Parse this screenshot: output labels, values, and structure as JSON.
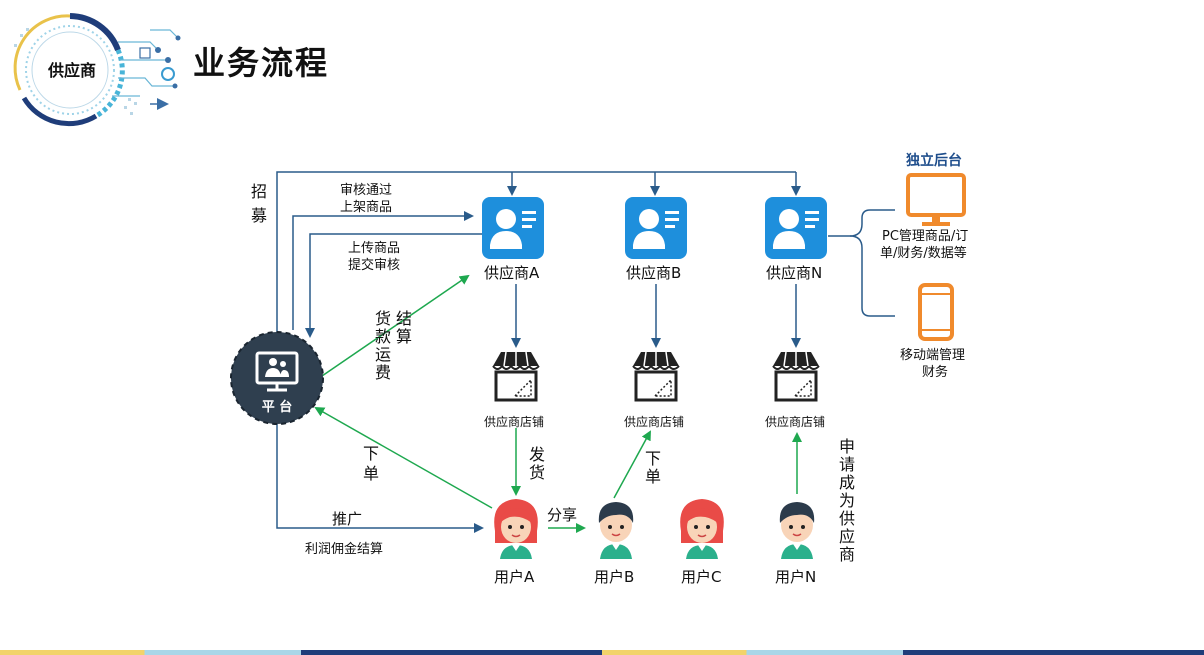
{
  "header": {
    "badge": "供应商",
    "title": "业务流程"
  },
  "platform": {
    "label": "平 台"
  },
  "suppliers": [
    {
      "label": "供应商A",
      "store": "供应商店铺"
    },
    {
      "label": "供应商B",
      "store": "供应商店铺"
    },
    {
      "label": "供应商N",
      "store": "供应商店铺"
    }
  ],
  "users": [
    {
      "label": "用户A"
    },
    {
      "label": "用户B"
    },
    {
      "label": "用户C"
    },
    {
      "label": "用户N"
    }
  ],
  "edge_labels": {
    "recruit": "招募",
    "review_line1": "审核通过",
    "review_line2": "上架商品",
    "upload_line1": "上传商品",
    "upload_line2": "提交审核",
    "settle_col1": "货款运费",
    "settle_col2": "结算",
    "order_left": "下单",
    "ship": "发货",
    "order_b": "下单",
    "share": "分享",
    "promote": "推广",
    "commission": "利润佣金结算",
    "apply": "申请成为供应商"
  },
  "backend": {
    "title": "独立后台",
    "pc_line1": "PC管理商品/订",
    "pc_line2": "单/财务/数据等",
    "mobile_line1": "移动端管理",
    "mobile_line2": "财务"
  },
  "colors": {
    "supplier_blue": "#1e8fdc",
    "platform_dark": "#2f3f4f",
    "arrow_dark": "#2a5b8a",
    "arrow_green": "#1ea84f",
    "device_orange": "#f08a2c",
    "female_hair": "#e94b47",
    "male_hair": "#2c3b4b",
    "shirt_green": "#2bb08c"
  }
}
